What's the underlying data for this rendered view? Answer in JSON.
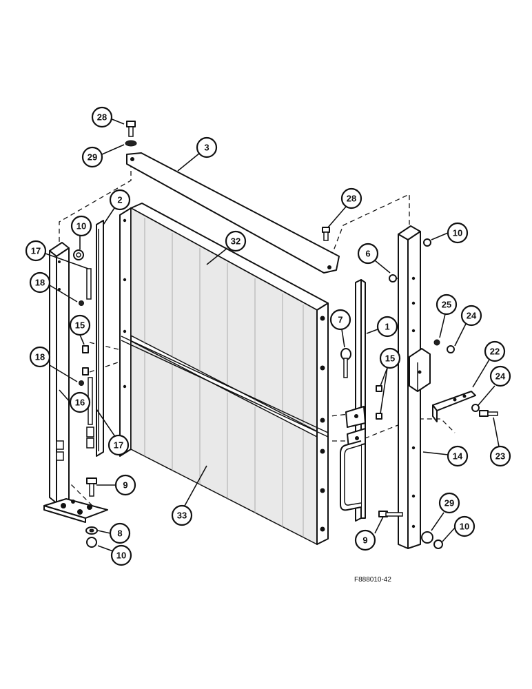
{
  "figure_code": "F888010-42",
  "callouts": [
    {
      "id": "c28a",
      "label": "28"
    },
    {
      "id": "c29a",
      "label": "29"
    },
    {
      "id": "c3",
      "label": "3"
    },
    {
      "id": "c2",
      "label": "2"
    },
    {
      "id": "c28b",
      "label": "28"
    },
    {
      "id": "c10a",
      "label": "10"
    },
    {
      "id": "c32",
      "label": "32"
    },
    {
      "id": "c17a",
      "label": "17"
    },
    {
      "id": "c18a",
      "label": "18"
    },
    {
      "id": "c6",
      "label": "6"
    },
    {
      "id": "c10b",
      "label": "10"
    },
    {
      "id": "c15a",
      "label": "15"
    },
    {
      "id": "c7",
      "label": "7"
    },
    {
      "id": "c1",
      "label": "1"
    },
    {
      "id": "c25",
      "label": "25"
    },
    {
      "id": "c24a",
      "label": "24"
    },
    {
      "id": "c18b",
      "label": "18"
    },
    {
      "id": "c15b",
      "label": "15"
    },
    {
      "id": "c22",
      "label": "22"
    },
    {
      "id": "c24b",
      "label": "24"
    },
    {
      "id": "c16",
      "label": "16"
    },
    {
      "id": "c17b",
      "label": "17"
    },
    {
      "id": "c14",
      "label": "14"
    },
    {
      "id": "c23",
      "label": "23"
    },
    {
      "id": "c9a",
      "label": "9"
    },
    {
      "id": "c33",
      "label": "33"
    },
    {
      "id": "c29b",
      "label": "29"
    },
    {
      "id": "c8",
      "label": "8"
    },
    {
      "id": "c10c",
      "label": "10"
    },
    {
      "id": "c9b",
      "label": "9"
    },
    {
      "id": "c10d",
      "label": "10"
    }
  ]
}
